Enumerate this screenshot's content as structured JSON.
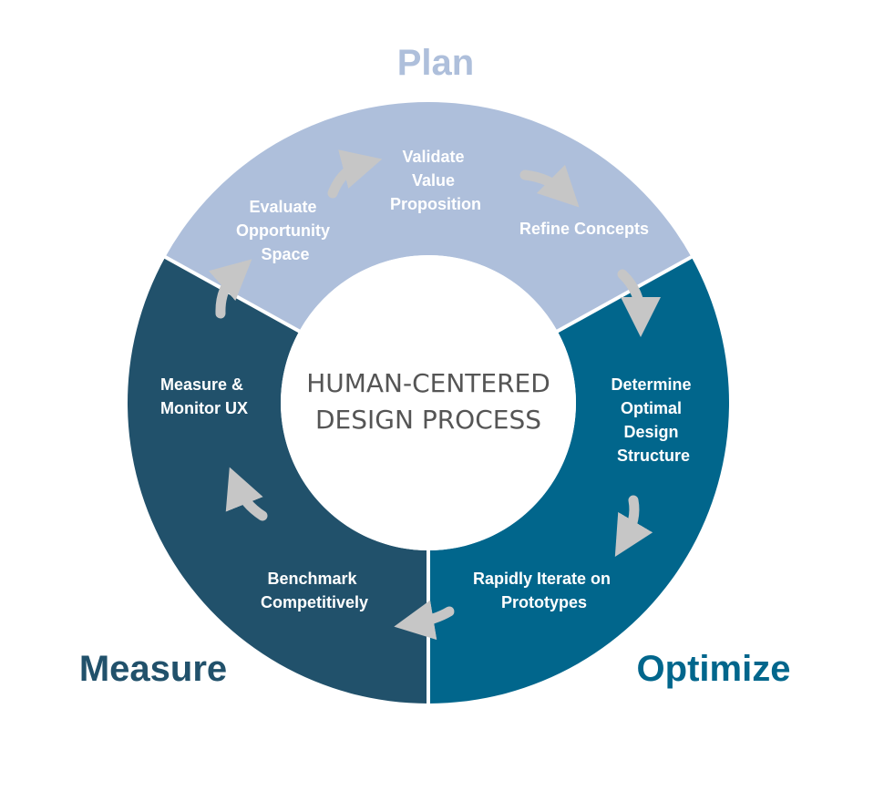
{
  "colors": {
    "plan": "#aebfdb",
    "measure": "#21516b",
    "optimize": "#01668c",
    "arrow": "#c6c6c6",
    "center_text": "#555555",
    "label_text": "#ffffff"
  },
  "center": {
    "line1": "HUMAN-CENTERED",
    "line2": "DESIGN PROCESS"
  },
  "phases": {
    "plan": "Plan",
    "measure": "Measure",
    "optimize": "Optimize"
  },
  "steps": {
    "evaluate": [
      "Evaluate",
      "Opportunity",
      "Space"
    ],
    "validate": [
      "Validate",
      "Value",
      "Proposition"
    ],
    "refine": [
      "Refine Concepts"
    ],
    "determine": [
      "Determine",
      "Optimal",
      "Design",
      "Structure"
    ],
    "iterate": [
      "Rapidly Iterate on",
      "Prototypes"
    ],
    "benchmark": [
      "Benchmark",
      "Competitively"
    ],
    "monitor": [
      "Measure &",
      "Monitor UX"
    ]
  }
}
